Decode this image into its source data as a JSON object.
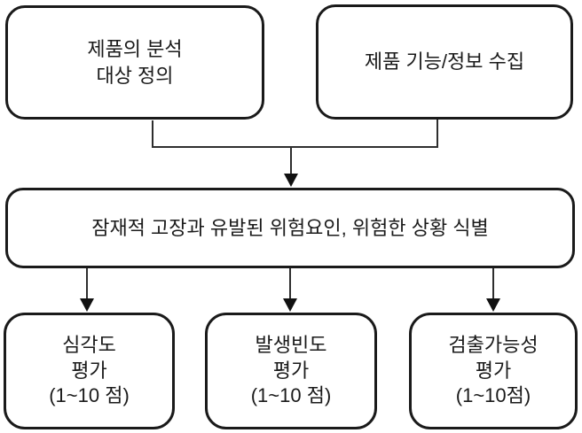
{
  "flowchart": {
    "background_color": "#ffffff",
    "border_color": "#1a1a1a",
    "connector_color": "#2e2e2e",
    "text_color": "#1a1a1a",
    "nodes": {
      "define_target": {
        "label": "제품의 분석\n대상 정의"
      },
      "collect_info": {
        "label": "제품 기능/정보 수집"
      },
      "identify_hazards": {
        "label": "잠재적 고장과 유발된 위험요인, 위험한 상황 식별"
      },
      "severity": {
        "label": "심각도\n평가\n(1~10 점)"
      },
      "occurrence": {
        "label": "발생빈도\n평가\n(1~10 점)"
      },
      "detectability": {
        "label": "검출가능성\n평가\n(1~10점)"
      }
    },
    "connectors": [
      {
        "from": "define_target",
        "to": "identify_hazards",
        "type": "merge-arrow"
      },
      {
        "from": "collect_info",
        "to": "identify_hazards",
        "type": "merge-arrow"
      },
      {
        "from": "identify_hazards",
        "to": "severity",
        "type": "arrow"
      },
      {
        "from": "identify_hazards",
        "to": "occurrence",
        "type": "arrow"
      },
      {
        "from": "identify_hazards",
        "to": "detectability",
        "type": "arrow"
      }
    ]
  }
}
